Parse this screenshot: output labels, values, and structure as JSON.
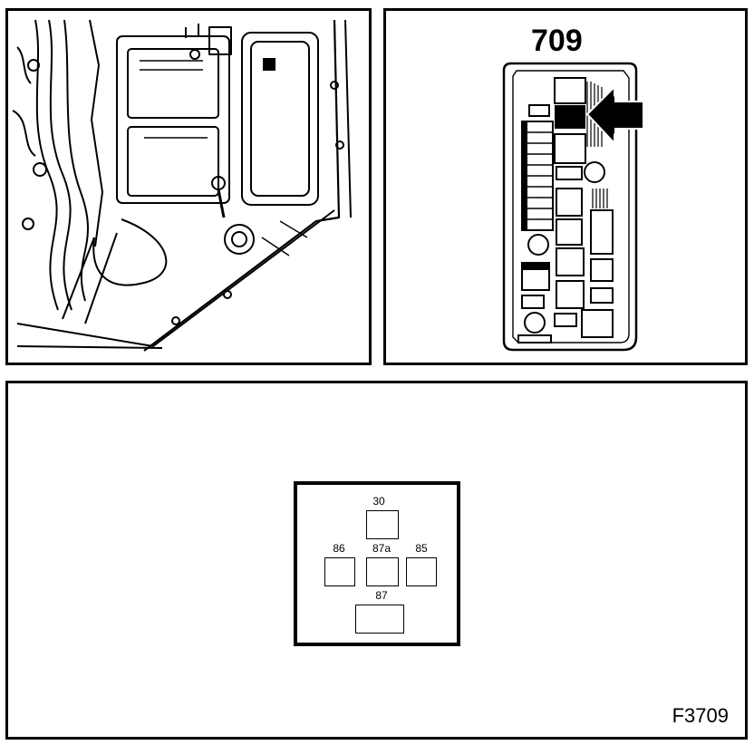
{
  "fusebox": {
    "number": "709"
  },
  "relay": {
    "pins": {
      "p30": "30",
      "p86": "86",
      "p87a": "87a",
      "p85": "85",
      "p87": "87"
    }
  },
  "figure": {
    "code": "F3709"
  }
}
